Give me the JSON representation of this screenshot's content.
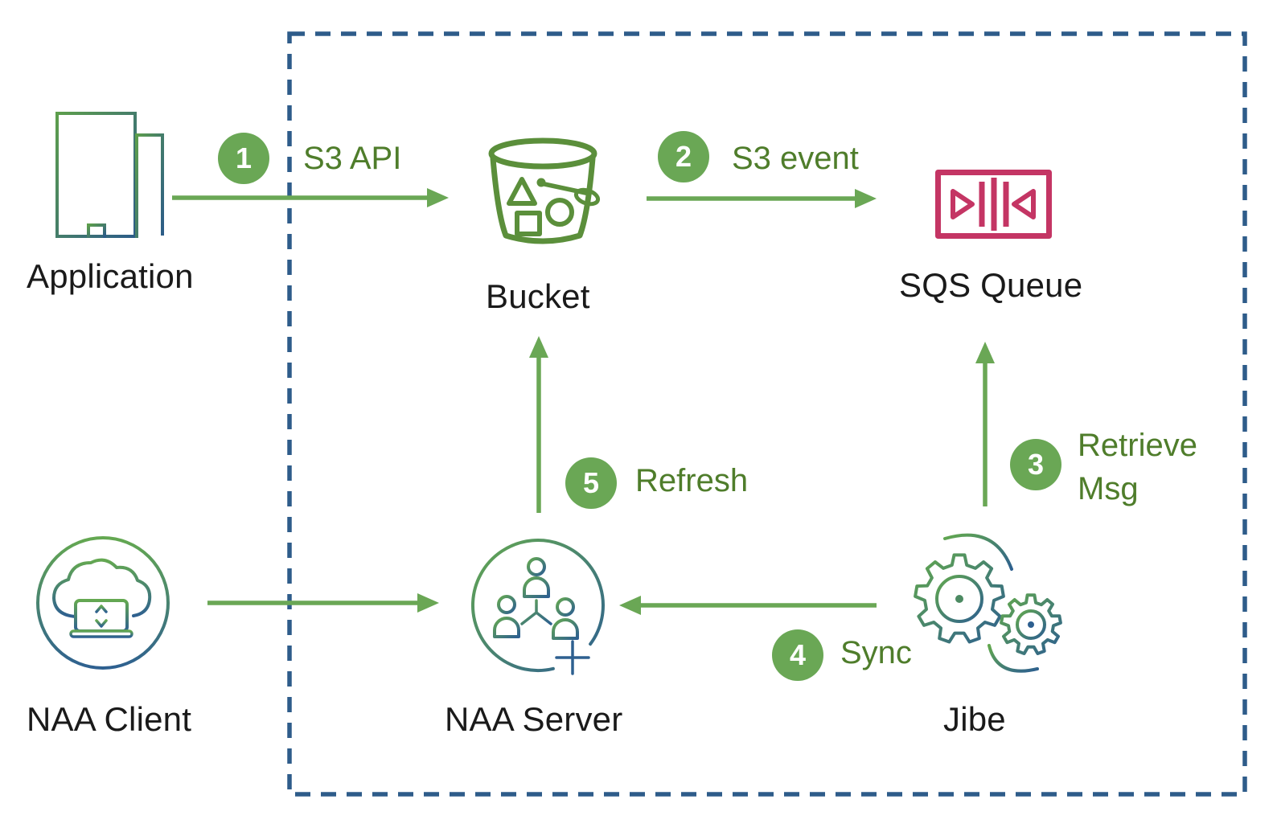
{
  "diagram": {
    "nodes": {
      "application": {
        "label": "Application"
      },
      "bucket": {
        "label": "Bucket"
      },
      "sqs_queue": {
        "label": "SQS Queue"
      },
      "naa_client": {
        "label": "NAA Client"
      },
      "naa_server": {
        "label": "NAA Server"
      },
      "jibe": {
        "label": "Jibe"
      }
    },
    "steps": {
      "s3_api": {
        "number": "1",
        "label": "S3 API"
      },
      "s3_event": {
        "number": "2",
        "label": "S3 event"
      },
      "retrieve_msg": {
        "number": "3",
        "label": "Retrieve Msg"
      },
      "sync": {
        "number": "4",
        "label": "Sync"
      },
      "refresh": {
        "number": "5",
        "label": "Refresh"
      }
    },
    "connections": [
      {
        "from": "Application",
        "to": "Bucket",
        "step": "1",
        "label": "S3 API"
      },
      {
        "from": "Bucket",
        "to": "SQS Queue",
        "step": "2",
        "label": "S3 event"
      },
      {
        "from": "Jibe",
        "to": "SQS Queue",
        "step": "3",
        "label": "Retrieve Msg"
      },
      {
        "from": "Jibe",
        "to": "NAA Server",
        "step": "4",
        "label": "Sync"
      },
      {
        "from": "NAA Server",
        "to": "Bucket",
        "step": "5",
        "label": "Refresh"
      },
      {
        "from": "NAA Client",
        "to": "NAA Server",
        "step": "",
        "label": ""
      }
    ],
    "colors": {
      "arrow_green": "#6AA755",
      "badge_green": "#6AA755",
      "step_label_green": "#4F7D2B",
      "bucket_green": "#5B8F3B",
      "sqs_pink": "#C43564",
      "boundary_blue": "#2E5C8A",
      "gradient_green": "#5D9E4C",
      "gradient_blue": "#2C5C88",
      "label_black": "#1A1A1A"
    }
  }
}
